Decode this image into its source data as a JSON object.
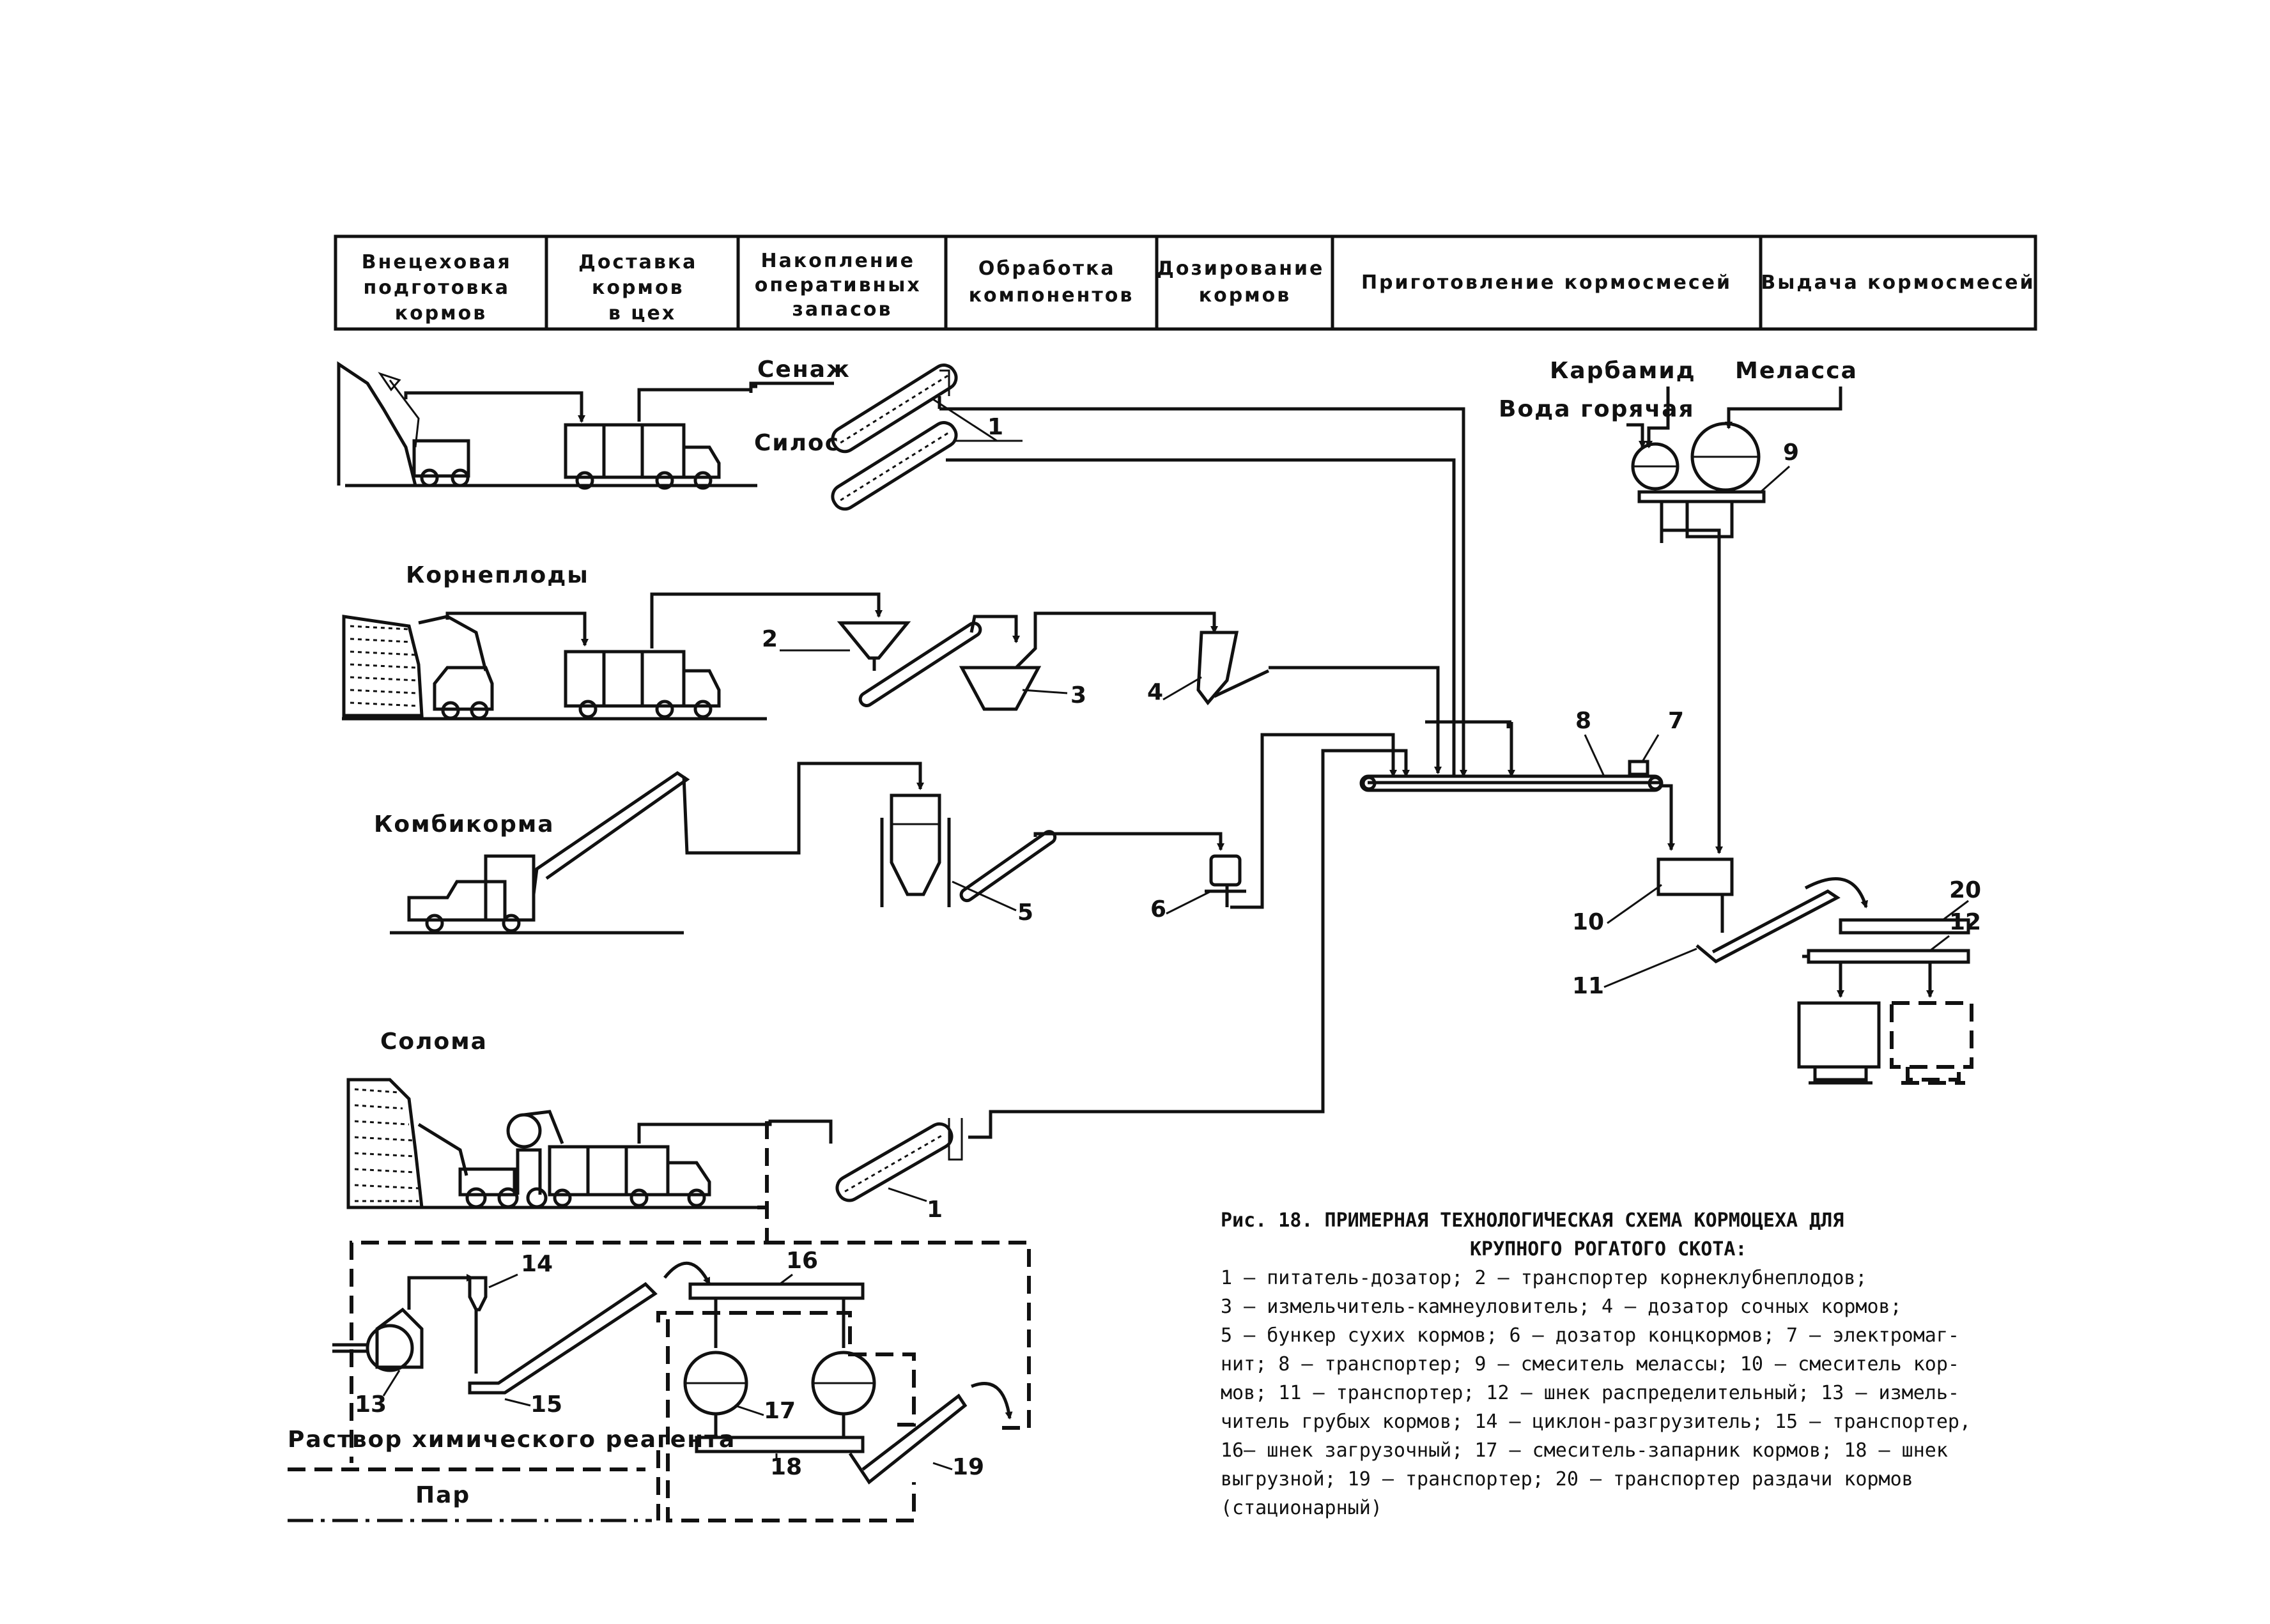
{
  "header": {
    "columns": [
      {
        "lines": [
          "Внецеховая",
          "подготовка",
          "кормов"
        ]
      },
      {
        "lines": [
          "Доставка",
          "кормов",
          "в цех"
        ]
      },
      {
        "lines": [
          "Накопление",
          "оперативных",
          "запасов"
        ]
      },
      {
        "lines": [
          "Обработка",
          "компонентов"
        ]
      },
      {
        "lines": [
          "Дозирование",
          "кормов"
        ]
      },
      {
        "lines": [
          "Приготовление кормосмесей"
        ]
      },
      {
        "lines": [
          "Выдача кормосмесей"
        ]
      }
    ]
  },
  "labels": {
    "senazh": "Сенаж",
    "silos": "Силос",
    "korneplody": "Корнеплоды",
    "kombikorma": "Комбикорма",
    "soloma": "Солома",
    "karbamid": "Карбамид",
    "voda": "Вода горячая",
    "melassa": "Меласса",
    "rastvor": "Раствор химического реагента",
    "par": "Пар"
  },
  "numbers": [
    "1",
    "2",
    "3",
    "4",
    "5",
    "6",
    "7",
    "8",
    "9",
    "10",
    "11",
    "12",
    "13",
    "14",
    "15",
    "16",
    "17",
    "18",
    "19",
    "20",
    "1"
  ],
  "caption": {
    "title_line1": "Рис. 18. ПРИМЕРНАЯ ТЕХНОЛОГИЧЕСКАЯ СХЕМА КОРМОЦЕХА ДЛЯ",
    "title_line2": "КРУПНОГО РОГАТОГО СКОТА:",
    "lines": [
      "1 – питатель-дозатор; 2 – транспортер корнеклубнеплодов;",
      "3 – измельчитель-камнеуловитель; 4 – дозатор сочных кормов;",
      "5 – бункер сухих кормов; 6 – дозатор концкормов; 7 – электромаг-",
      "нит; 8 – транспортер; 9 – смеситель мелассы; 10 – смеситель кор-",
      "мов; 11 – транспортер; 12 – шнек распределительный; 13 – измель-",
      "читель грубых кормов; 14 – циклон-разгрузитель; 15 – транспортер,",
      "16– шнек загрузочный; 17 – смеситель-запарник кормов; 18 – шнек",
      "выгрузной; 19 – транспортер; 20 – транспортер раздачи кормов",
      "(стационарный)"
    ]
  }
}
